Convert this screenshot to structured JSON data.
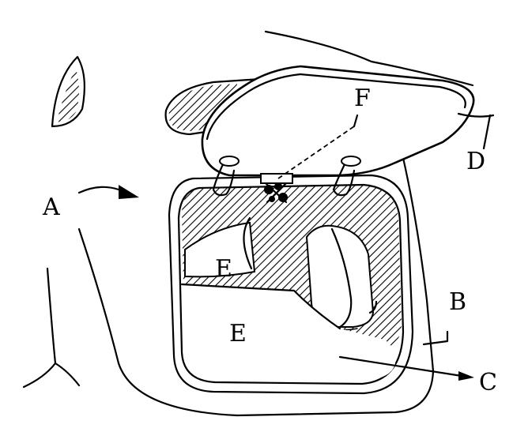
{
  "labels": {
    "A": "A",
    "B": "B",
    "C": "C",
    "D": "D",
    "E_upper": "E",
    "E_lower": "E",
    "F": "F"
  },
  "colors": {
    "ink": "#000000",
    "paper": "#ffffff"
  }
}
